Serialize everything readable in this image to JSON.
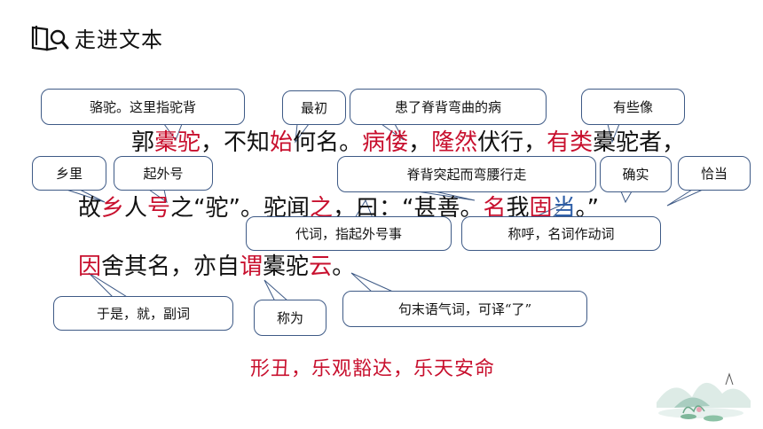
{
  "header": {
    "title": "走进文本",
    "icon": "book-magnifier-icon"
  },
  "callouts": {
    "luotuo": "骆驼。这里指驼背",
    "zuichu": "最初",
    "huanle": "患了脊背弯曲的病",
    "youxie": "有些像",
    "xiangli": "乡里",
    "qiwaihao": "起外号",
    "jibei": "脊背突起而弯腰行走",
    "queshi": "确实",
    "qiadang": "恰当",
    "daici": "代词，指起外号事",
    "chenghu": "称呼，名词作动词",
    "yushi": "于是，就，副词",
    "chengwei": "称为",
    "jumo": "句末语气词，可译“了”"
  },
  "passage": {
    "line1": [
      "郭",
      "橐驼",
      "，不知",
      "始",
      "何名。",
      "病偻",
      "，",
      "隆然",
      "伏行，",
      "有类",
      "橐驼者，"
    ],
    "line2": [
      "故",
      "乡",
      "人",
      "号",
      "之“驼”。驼闻",
      "之",
      "，曰：“甚善。",
      "名",
      "我",
      "固",
      "当",
      "。”"
    ],
    "line3": [
      "因",
      "舍其名，亦自",
      "谓",
      "橐驼",
      "云",
      "。"
    ]
  },
  "summary": "形丑，乐观豁达，乐天安命",
  "colors": {
    "highlight": "#c8102e",
    "highlight_alt": "#2f5fa8",
    "callout_border": "#3e5a86"
  }
}
